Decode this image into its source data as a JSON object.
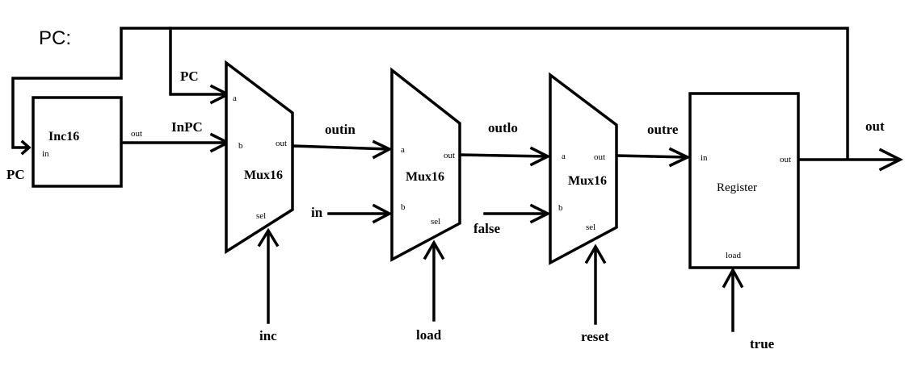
{
  "title": "PC:",
  "inc16": {
    "name": "Inc16",
    "port_in": "in",
    "port_out": "out"
  },
  "mux1": {
    "name": "Mux16",
    "port_a": "a",
    "port_b": "b",
    "port_out": "out",
    "port_sel": "sel"
  },
  "mux2": {
    "name": "Mux16",
    "port_a": "a",
    "port_b": "b",
    "port_out": "out",
    "port_sel": "sel"
  },
  "mux3": {
    "name": "Mux16",
    "port_a": "a",
    "port_b": "b",
    "port_out": "out",
    "port_sel": "sel"
  },
  "register": {
    "name": "Register",
    "port_in": "in",
    "port_out": "out",
    "port_load": "load"
  },
  "signals": {
    "pc_in": "PC",
    "pc_a": "PC",
    "inpc": "InPC",
    "outin": "outin",
    "in": "in",
    "outlo": "outlo",
    "false": "false",
    "outre": "outre",
    "out": "out",
    "inc": "inc",
    "load": "load",
    "reset": "reset",
    "true": "true"
  }
}
